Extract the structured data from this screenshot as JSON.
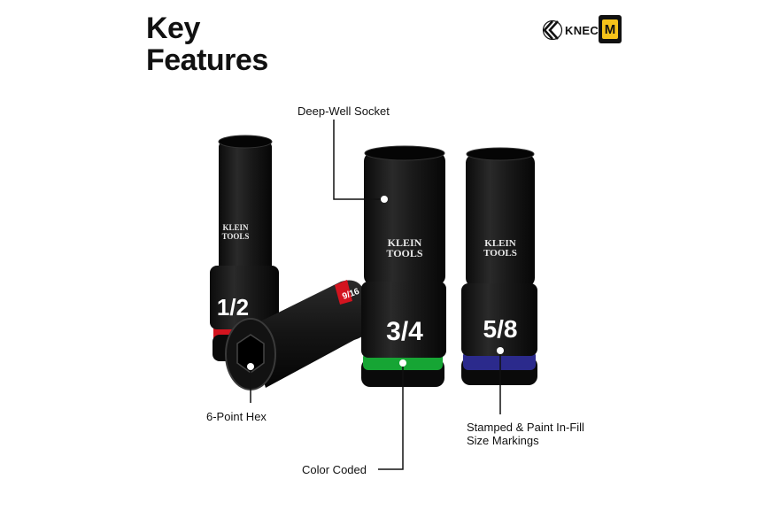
{
  "title": {
    "line1": "Key",
    "line2": "Features"
  },
  "brand": {
    "logo_text": "KNECT.",
    "badge_letter": "M",
    "badge_color": "#f6c21a"
  },
  "callouts": {
    "deep_well": "Deep-Well Socket",
    "hex": "6-Point Hex",
    "color_coded": "Color Coded",
    "markings_line1": "Stamped & Paint In-Fill",
    "markings_line2": "Size Markings"
  },
  "sockets": [
    {
      "size": "1/2",
      "brand_line1": "KLEIN",
      "brand_line2": "TOOLS",
      "band_color": "#d3141f"
    },
    {
      "size": "3/4",
      "brand_line1": "KLEIN",
      "brand_line2": "TOOLS",
      "band_color": "#16a534"
    },
    {
      "size": "5/8",
      "brand_line1": "KLEIN",
      "brand_line2": "TOOLS",
      "band_color": "#2b2a8c"
    },
    {
      "size": "9/16",
      "band_color": "#d3141f"
    }
  ]
}
